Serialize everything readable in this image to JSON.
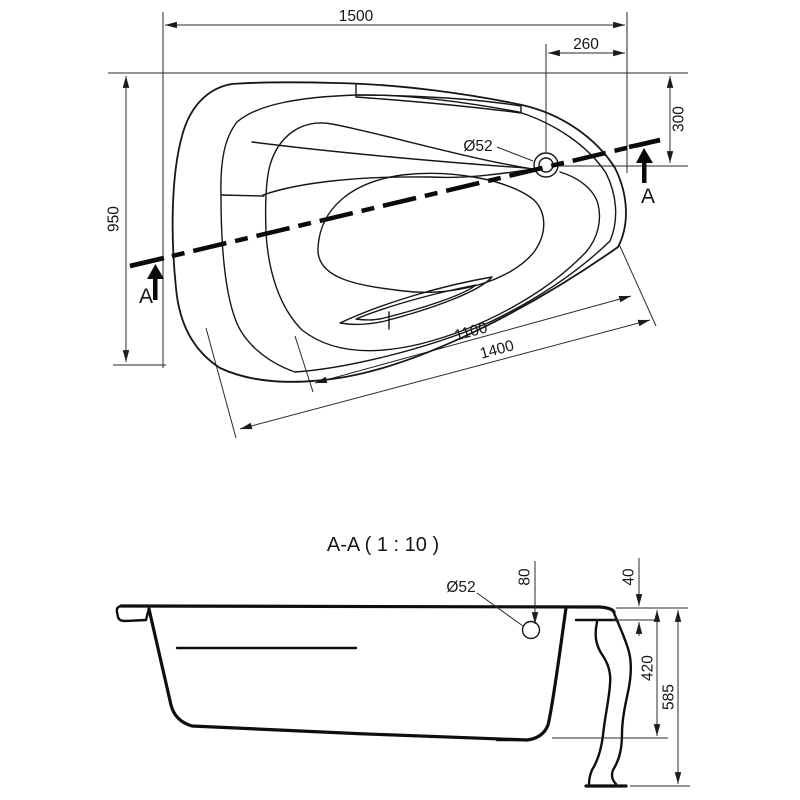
{
  "drawing": {
    "background": "#ffffff",
    "line_color": "#161616",
    "section_title": "A-A ( 1 : 10 )"
  },
  "plan_view": {
    "dims": {
      "total_width": "1500",
      "drain_from_right": "260",
      "drain_from_top": "300",
      "total_depth": "950",
      "inner_edge_length": "1100",
      "front_edge_length": "1400"
    },
    "drain_label": "Ø52",
    "section_letter": "A"
  },
  "section_view": {
    "dims": {
      "drain_label": "Ø52",
      "rim_to_drain": "80",
      "rim_thickness": "40",
      "inner_depth": "420",
      "total_height": "585"
    }
  }
}
